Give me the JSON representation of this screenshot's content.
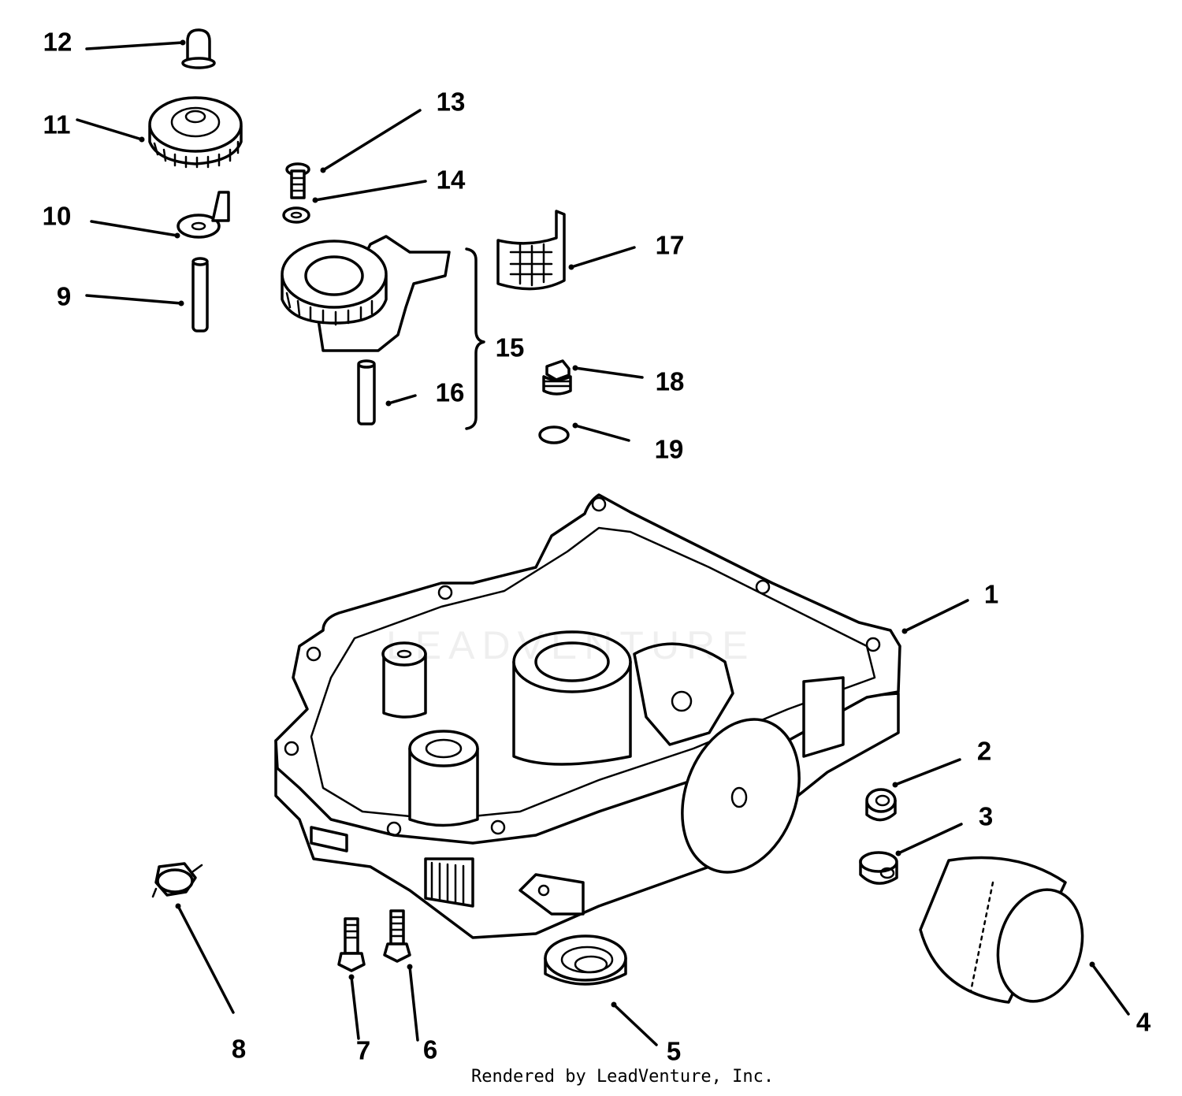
{
  "callouts": [
    {
      "id": "1",
      "label": "1"
    },
    {
      "id": "2",
      "label": "2"
    },
    {
      "id": "3",
      "label": "3"
    },
    {
      "id": "4",
      "label": "4"
    },
    {
      "id": "5",
      "label": "5"
    },
    {
      "id": "6",
      "label": "6"
    },
    {
      "id": "7",
      "label": "7"
    },
    {
      "id": "8",
      "label": "8"
    },
    {
      "id": "9",
      "label": "9"
    },
    {
      "id": "10",
      "label": "10"
    },
    {
      "id": "11",
      "label": "11"
    },
    {
      "id": "12",
      "label": "12"
    },
    {
      "id": "13",
      "label": "13"
    },
    {
      "id": "14",
      "label": "14"
    },
    {
      "id": "15",
      "label": "15"
    },
    {
      "id": "16",
      "label": "16"
    },
    {
      "id": "17",
      "label": "17"
    },
    {
      "id": "18",
      "label": "18"
    },
    {
      "id": "19",
      "label": "19"
    }
  ],
  "watermark": "LEADVENTURE",
  "credit": "Rendered by LeadVenture, Inc.",
  "colors": {
    "ink": "#000000",
    "background": "#ffffff"
  }
}
